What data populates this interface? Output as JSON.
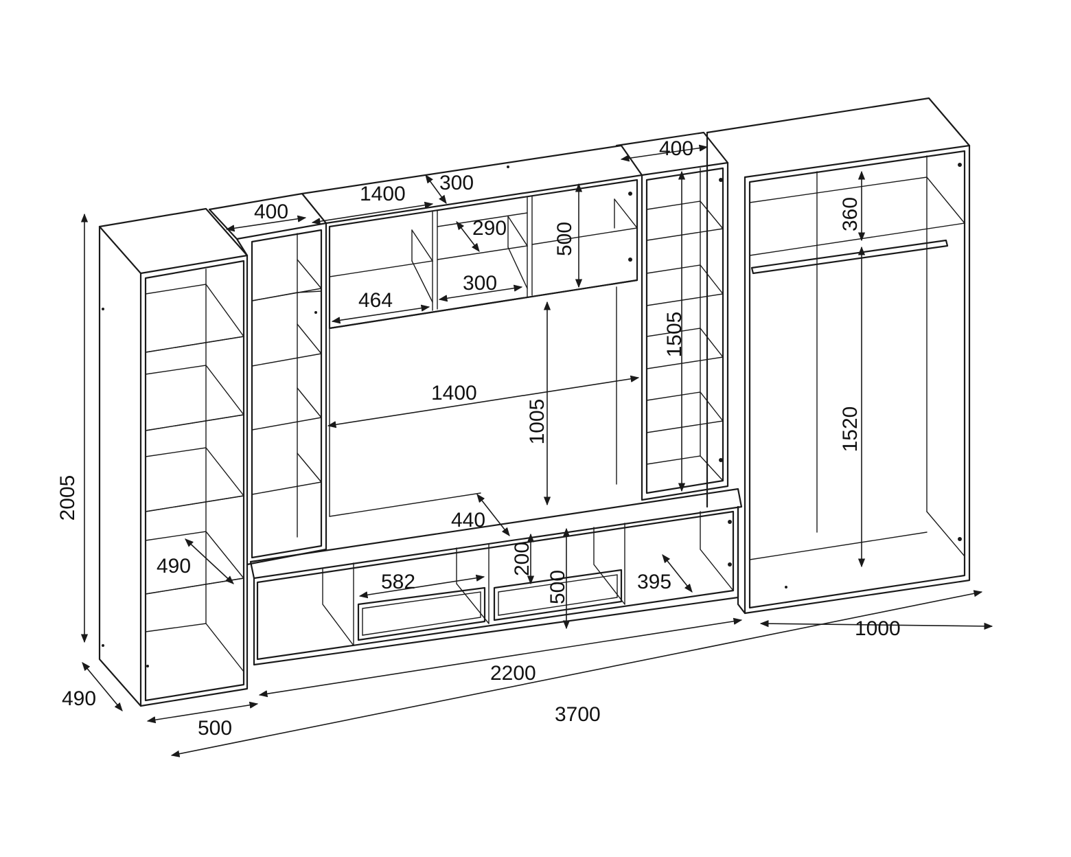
{
  "dimensions": {
    "overall_height": "2005",
    "depth": "490",
    "left_section_width": "500",
    "total_width": "3700",
    "center_width": "2200",
    "wardrobe_width": "1000",
    "shelf_depth_left": "490",
    "top_unit_width_left": "400",
    "top_unit_width_right": "400",
    "top_center_width": "1400",
    "top_small_width": "300",
    "upper_cell_depth": "290",
    "upper_cell_height": "500",
    "upper_shelf_width_300": "300",
    "upper_shelf_width_464": "464",
    "tv_opening_width": "1400",
    "tv_opening_height": "1005",
    "right_column_height": "1505",
    "countertop_depth": "440",
    "drawer_width": "582",
    "drawer_height": "200",
    "lower_cabinet_height": "500",
    "lower_cell_depth": "395",
    "wardrobe_top_shelf": "360",
    "wardrobe_hanging_height": "1520"
  }
}
